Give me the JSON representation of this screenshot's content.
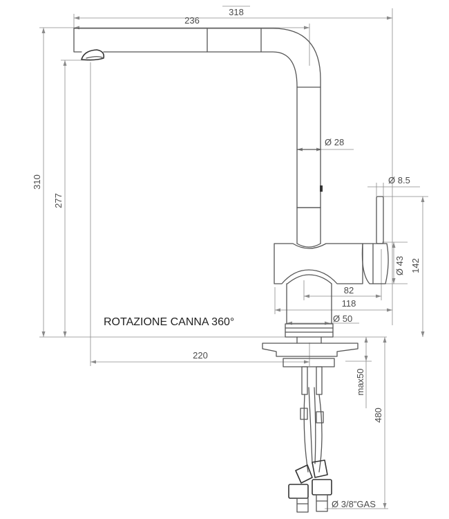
{
  "caption": "ROTAZIONE CANNA 360°",
  "dimensions": {
    "overall_length": "318",
    "spout_length": "236",
    "total_height": "310",
    "spout_height": "277",
    "spout_diameter": "Ø 28",
    "lever_diameter": "Ø 8.5",
    "body_diameter": "Ø 43",
    "body_height": "142",
    "lever_reach": "82",
    "body_reach": "118",
    "base_diameter": "Ø 50",
    "spout_reach": "220",
    "max_deck_thickness": "max50",
    "hose_length": "480",
    "connection": "Ø 3/8\"GAS"
  },
  "colors": {
    "outline": "#555555",
    "dimension_line": "#8a8a8a",
    "text": "#4a4a4a"
  }
}
